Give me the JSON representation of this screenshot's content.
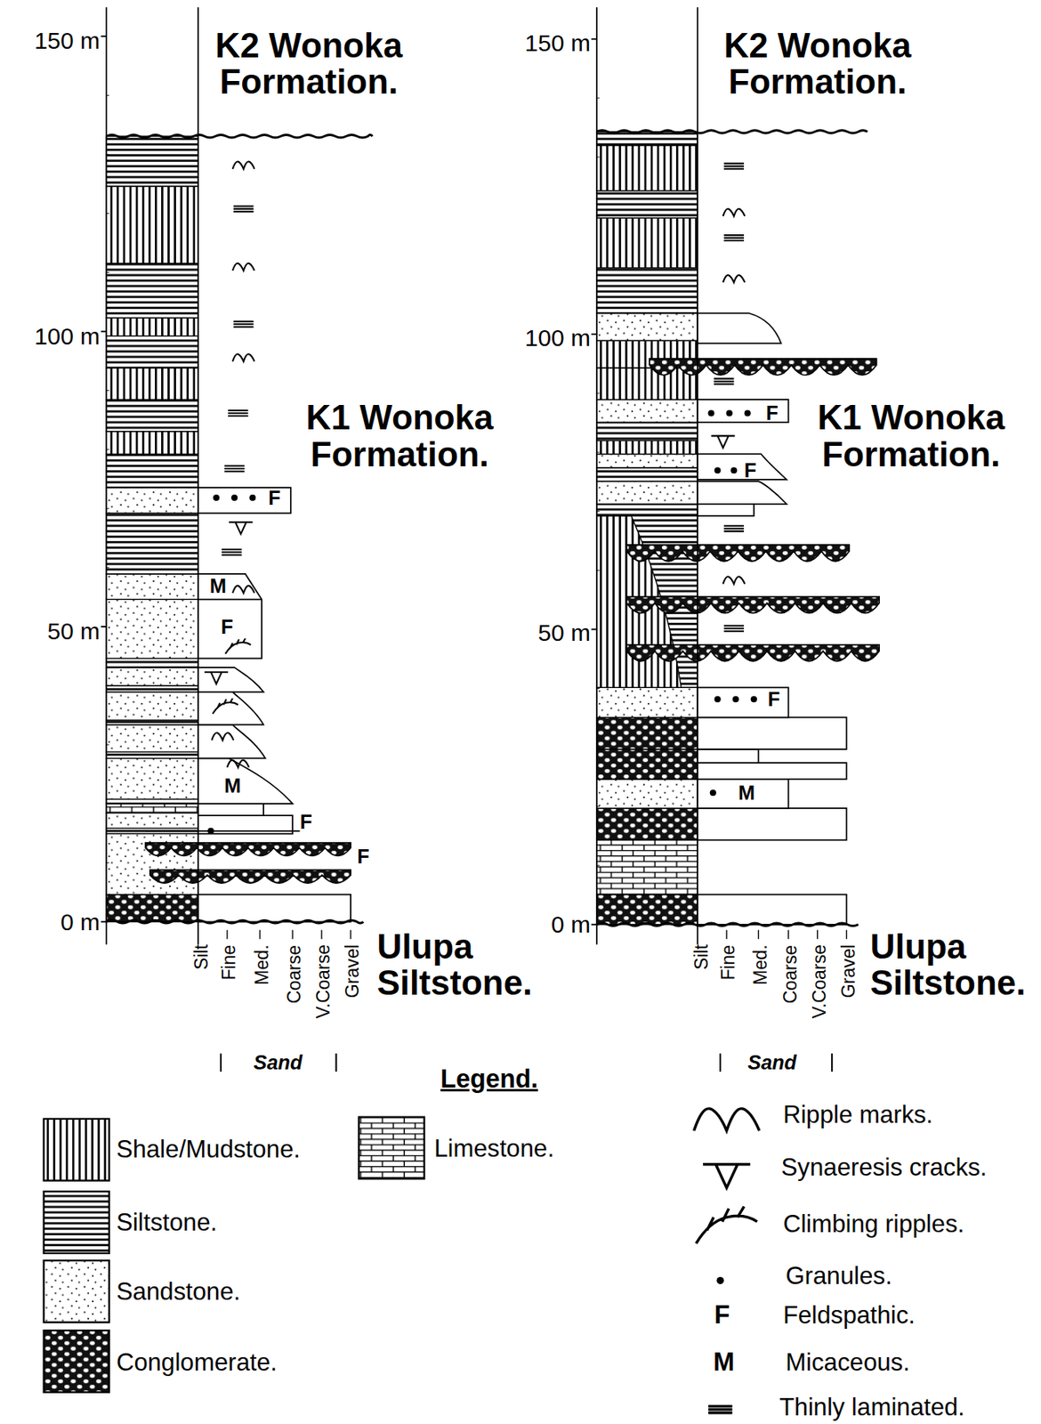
{
  "diagram": {
    "labels": [
      "150 m",
      "100 m",
      "50 m",
      "0 m",
      "K2 Wonoka Formation.",
      "K1 Wonoka Formation.",
      "Ulupa Siltstone.",
      "Silt",
      "Fine",
      "Med.",
      "Coarse",
      "V.Coarse",
      "Gravel",
      "Sand",
      "F",
      "M",
      "F",
      "M",
      "F",
      "F",
      "150 m",
      "100 m",
      "50 m",
      "0 m",
      "K2 Wonoka Formation.",
      "K1 Wonoka Formation.",
      "Ulupa Siltstone.",
      "Silt",
      "Fine",
      "Med.",
      "Coarse",
      "V.Coarse",
      "Gravel",
      "Sand",
      "F",
      "F",
      "F",
      "M",
      "Legend.",
      "F",
      "M"
    ],
    "legend": [
      {
        "text": "Shale/Mudstone."
      },
      {
        "text": "Siltstone."
      },
      {
        "text": "Sandstone."
      },
      {
        "text": "Conglomerate."
      },
      {
        "text": "Limestone."
      },
      {
        "text": "Ripple marks."
      },
      {
        "text": "Synaeresis cracks."
      },
      {
        "text": "Climbing ripples."
      },
      {
        "text": "Granules."
      },
      {
        "text": "Feldspathic."
      },
      {
        "text": "Micaceous."
      },
      {
        "text": "Thinly laminated."
      }
    ]
  }
}
